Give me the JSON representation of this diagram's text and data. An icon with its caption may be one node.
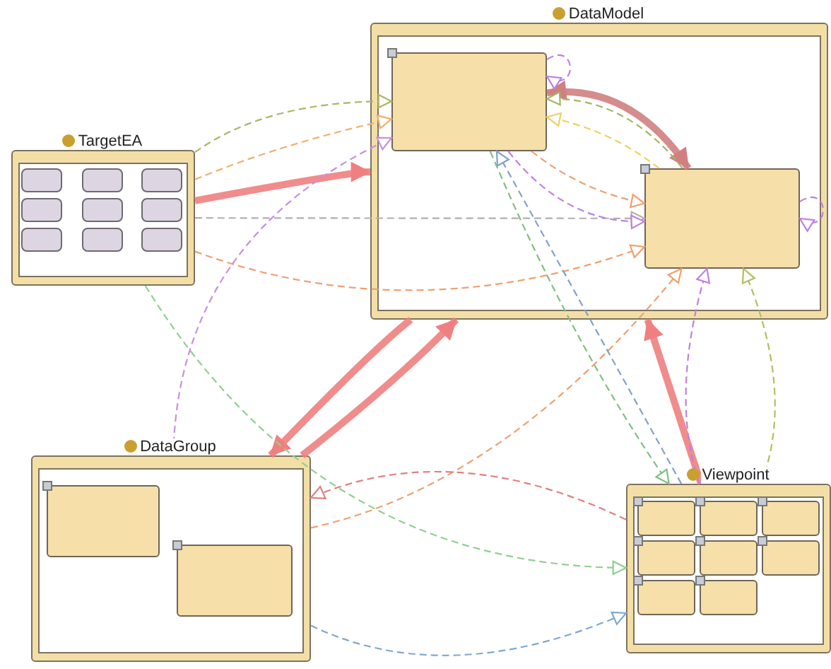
{
  "diagram": {
    "nodes": [
      {
        "text": [
          "TargetEA"
        ]
      },
      {
        "text": [],
        "shape": "box",
        "in": 0
      },
      {
        "text": [],
        "shape": "box",
        "in": 0
      },
      {
        "text": [],
        "shape": "box",
        "in": 0
      },
      {
        "text": [],
        "shape": "box",
        "in": 0
      },
      {
        "text": [],
        "shape": "box",
        "in": 0
      },
      {
        "text": [],
        "shape": "box",
        "in": 0
      },
      {
        "text": [],
        "shape": "box",
        "in": 0
      },
      {
        "text": [],
        "shape": "box",
        "in": 0
      },
      {
        "text": [],
        "shape": "box",
        "in": 0
      },
      {
        "text": [
          "DataModel"
        ]
      },
      {
        "text": [],
        "shape": "box",
        "in": 10
      },
      {
        "text": [],
        "shape": "box",
        "in": 10
      },
      {
        "text": [
          "DataGroup"
        ]
      },
      {
        "text": [],
        "shape": "box",
        "in": 13
      },
      {
        "text": [],
        "shape": "box",
        "in": 13
      },
      {
        "text": [
          "Viewpoint"
        ]
      },
      {
        "text": [],
        "shape": "box",
        "in": 16
      },
      {
        "text": [],
        "shape": "box",
        "in": 16
      },
      {
        "text": [],
        "shape": "box",
        "in": 16
      },
      {
        "text": [],
        "shape": "box",
        "in": 16
      },
      {
        "text": [],
        "shape": "box",
        "in": 16
      },
      {
        "text": [],
        "shape": "box",
        "in": 16
      },
      {
        "text": [],
        "shape": "box",
        "in": 16
      },
      {
        "text": [],
        "shape": "box",
        "in": 16
      }
    ],
    "edges": [
      {
        "from": 0,
        "to": 10,
        "arrow": "to",
        "style": "thick",
        "color": "#f08080"
      },
      {
        "from": 10,
        "to": 13,
        "arrow": "to",
        "style": "thick",
        "color": "#f08080"
      },
      {
        "from": 13,
        "to": 10,
        "arrow": "to",
        "style": "thick",
        "color": "#f08080"
      },
      {
        "from": 16,
        "to": 10,
        "arrow": "to",
        "style": "thick",
        "color": "#f08080"
      },
      {
        "from": 11,
        "to": 12,
        "arrow": "both",
        "style": "thick",
        "color": "#d08080"
      },
      {
        "from": 0,
        "to": 11,
        "arrow": "to",
        "style": "dashed",
        "color": "#a8b868"
      },
      {
        "from": 0,
        "to": 11,
        "arrow": "to",
        "style": "dashed",
        "color": "#f0b070"
      },
      {
        "from": 0,
        "to": 12,
        "arrow": "to",
        "style": "dashed",
        "color": "#b0b0b0"
      },
      {
        "from": 0,
        "to": 12,
        "arrow": "to",
        "style": "dashed",
        "color": "#f0a070"
      },
      {
        "from": 0,
        "to": 16,
        "arrow": "to",
        "style": "dashed",
        "color": "#90d090"
      },
      {
        "from": 13,
        "to": 12,
        "arrow": "to",
        "style": "dashed",
        "color": "#f0a070"
      },
      {
        "from": 16,
        "to": 13,
        "arrow": "to",
        "style": "dashed",
        "color": "#e08080"
      },
      {
        "from": 13,
        "to": 16,
        "arrow": "to",
        "style": "dashed",
        "color": "#80a8d0"
      },
      {
        "from": 13,
        "to": 11,
        "arrow": "to",
        "style": "dashed",
        "color": "#c890e0"
      },
      {
        "from": 16,
        "to": 12,
        "arrow": "to",
        "style": "dashed",
        "color": "#c080e0"
      },
      {
        "from": 16,
        "to": 12,
        "arrow": "to",
        "style": "dashed",
        "color": "#b0c060"
      },
      {
        "from": 11,
        "to": 16,
        "arrow": "to",
        "style": "dashed",
        "color": "#80c080"
      },
      {
        "from": 11,
        "to": 12,
        "arrow": "to",
        "style": "dashed",
        "color": "#c080e0"
      },
      {
        "from": 12,
        "to": 11,
        "arrow": "to",
        "style": "dashed",
        "color": "#a0b860"
      },
      {
        "from": 11,
        "to": 12,
        "arrow": "to",
        "style": "dashed",
        "color": "#f0a070"
      },
      {
        "from": 12,
        "to": 11,
        "arrow": "to",
        "style": "dashed",
        "color": "#f0d060"
      },
      {
        "from": 11,
        "to": 11,
        "arrow": "to",
        "style": "dashed",
        "color": "#c080e0"
      },
      {
        "from": 12,
        "to": 12,
        "arrow": "to",
        "style": "dashed",
        "color": "#c080e0"
      },
      {
        "from": 16,
        "to": 11,
        "arrow": "to",
        "style": "dashed",
        "color": "#80a0d0"
      }
    ]
  }
}
